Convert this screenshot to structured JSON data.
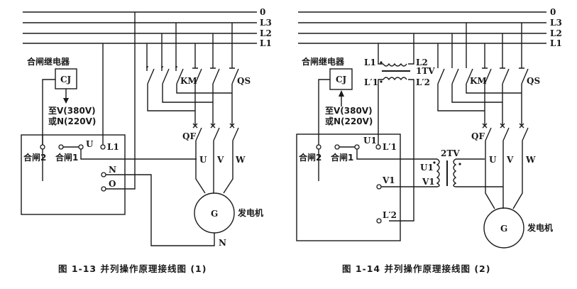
{
  "figures": [
    {
      "id": "fig-1-13",
      "caption": "图 1-13   并列操作原理接线图 (1)",
      "bus_labels": [
        "0",
        "L3",
        "L2",
        "L1"
      ],
      "relay_title": "合闸继电器",
      "relay_box": "CJ",
      "relay_note_1": "至V(380V)",
      "relay_note_2": "或N(220V)",
      "terminals": {
        "close2": "合闸2",
        "close1": "合闸1",
        "u": "U",
        "l1": "L1",
        "n": "N",
        "o": "O"
      },
      "switch_labels": {
        "km": "KM",
        "qs": "QS",
        "qf": "QF"
      },
      "phase_labels": [
        "U",
        "V",
        "W"
      ],
      "generator_symbol": "G",
      "generator_label": "发电机",
      "neutral_label": "N"
    },
    {
      "id": "fig-1-14",
      "caption": "图 1-14   并列操作原理接线图 (2)",
      "bus_labels": [
        "0",
        "L3",
        "L2",
        "L1"
      ],
      "relay_title": "合闸继电器",
      "relay_box": "CJ",
      "relay_note_1": "至V(380V)",
      "relay_note_2": "或N(220V)",
      "transformer1": {
        "name": "1TV",
        "primary_left": "L1",
        "primary_right": "L2",
        "secondary_left": "L′1",
        "secondary_right": "L′2"
      },
      "transformer2": {
        "name": "2TV",
        "primary_top": "U1",
        "primary_bottom": "V1"
      },
      "terminals": {
        "close2": "合闸2",
        "close1": "合闸1",
        "u1": "U1",
        "l1p": "L′1",
        "v1": "V1",
        "l2p": "L′2"
      },
      "switch_labels": {
        "km": "KM",
        "qs": "QS",
        "qf": "QF"
      },
      "phase_labels": [
        "U",
        "V",
        "W"
      ],
      "generator_symbol": "G",
      "generator_label": "发电机"
    }
  ]
}
